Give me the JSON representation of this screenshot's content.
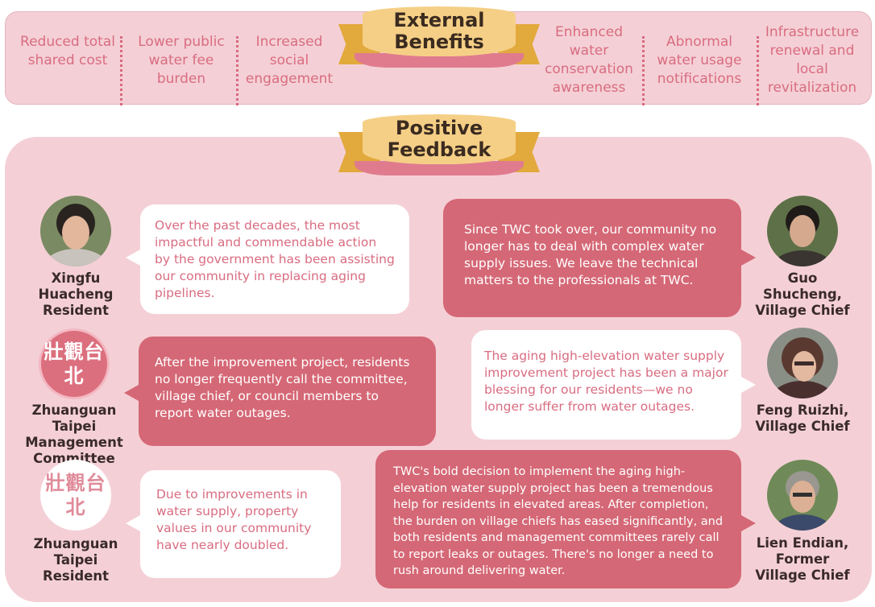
{
  "external_benefits": {
    "title": "External Benefits",
    "items": [
      "Reduced total shared cost",
      "Lower public water fee burden",
      "Increased social engagement",
      "Enhanced water conservation awareness",
      "Abnormal water usage notifications",
      "Infrastructure renewal and local revitalization"
    ]
  },
  "positive_feedback": {
    "title": "Positive Feedback",
    "entries": [
      {
        "name": "Xingfu Huacheng Resident",
        "quote": "Over the past decades, the most impactful and commendable action by the government has been assisting our community in replacing aging pipelines."
      },
      {
        "name": "Guo Shucheng, Village Chief",
        "quote": "Since TWC took over, our community no longer has to deal with complex water supply issues. We leave the technical matters to the professionals at TWC."
      },
      {
        "name": "Zhuanguan Taipei Management Committee",
        "logo_text": "壯觀台北",
        "quote": "After the improvement project, residents no longer frequently call the committee, village chief, or council members to report water outages."
      },
      {
        "name": "Feng Ruizhi, Village Chief",
        "quote": "The aging high-elevation water supply improvement project has been a major blessing for our residents—we no longer suffer from water outages."
      },
      {
        "name": "Zhuanguan Taipei Resident",
        "logo_text": "壯觀台北",
        "quote": "Due to improvements in water supply, property values in our community have nearly doubled."
      },
      {
        "name": "Lien Endian, Former Village Chief",
        "quote": "TWC's bold decision to implement the aging high-elevation water supply project has been a tremendous help for residents in elevated areas. After completion, the burden on village chiefs has eased significantly, and both residents and management committees rarely call to report leaks or outages. There's no   longer a need to rush around delivering water."
      }
    ]
  },
  "colors": {
    "panel": "#f4d0d6",
    "accent_pink": "#d56876",
    "ribbon_gold": "#f5cf86",
    "text_pink": "#d96c80"
  }
}
